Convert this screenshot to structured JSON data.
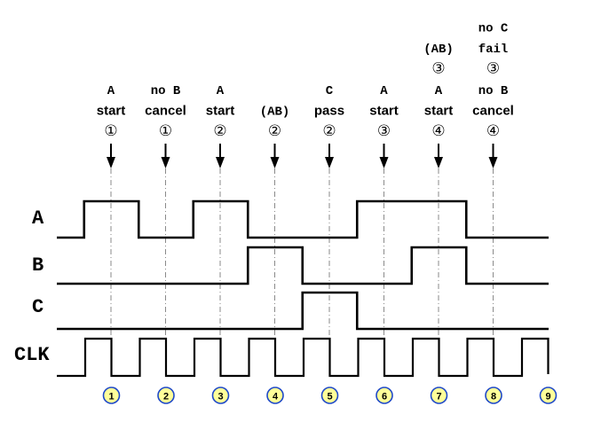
{
  "signal_names": [
    "A",
    "B",
    "C",
    "CLK"
  ],
  "annotations": [
    {
      "lines": [
        {
          "t": "A",
          "f": "mono"
        },
        {
          "t": "start",
          "f": "sans"
        },
        {
          "t": "①",
          "f": "circ"
        }
      ]
    },
    {
      "lines": [
        {
          "t": "no B",
          "f": "mono"
        },
        {
          "t": "cancel",
          "f": "sans"
        },
        {
          "t": "①",
          "f": "circ"
        }
      ]
    },
    {
      "lines": [
        {
          "t": "A",
          "f": "mono"
        },
        {
          "t": "start",
          "f": "sans"
        },
        {
          "t": "②",
          "f": "circ"
        }
      ]
    },
    {
      "lines": [
        {
          "t": "(AB)",
          "f": "mono"
        },
        {
          "t": "②",
          "f": "circ"
        }
      ]
    },
    {
      "lines": [
        {
          "t": "C",
          "f": "mono"
        },
        {
          "t": "pass",
          "f": "sans"
        },
        {
          "t": "②",
          "f": "circ"
        }
      ]
    },
    {
      "lines": [
        {
          "t": "A",
          "f": "mono"
        },
        {
          "t": "start",
          "f": "sans"
        },
        {
          "t": "③",
          "f": "circ"
        }
      ]
    },
    {
      "lines": [
        {
          "t": "(AB)",
          "f": "mono"
        },
        {
          "t": "③",
          "f": "circ"
        },
        {
          "t": "A",
          "f": "mono"
        },
        {
          "t": "start",
          "f": "sans"
        },
        {
          "t": "④",
          "f": "circ"
        }
      ]
    },
    {
      "lines": [
        {
          "t": "no C",
          "f": "mono"
        },
        {
          "t": "fail",
          "f": "mono"
        },
        {
          "t": "③",
          "f": "circ"
        },
        {
          "t": "no B",
          "f": "mono"
        },
        {
          "t": "cancel",
          "f": "sans"
        },
        {
          "t": "④",
          "f": "circ"
        }
      ]
    }
  ],
  "cycle_labels": [
    "1",
    "2",
    "3",
    "4",
    "5",
    "6",
    "7",
    "8",
    "9"
  ],
  "waveforms": {
    "A": [
      0,
      1,
      0,
      1,
      0,
      0,
      1,
      1,
      0
    ],
    "B": [
      0,
      0,
      0,
      0,
      1,
      0,
      0,
      1,
      0
    ],
    "C": [
      0,
      0,
      0,
      0,
      0,
      1,
      0,
      0,
      0
    ]
  },
  "colors": {
    "line": "#000000",
    "guide": "#8a8a8a",
    "cycle_fill": "#ffff99",
    "cycle_stroke": "#1f49c8"
  }
}
